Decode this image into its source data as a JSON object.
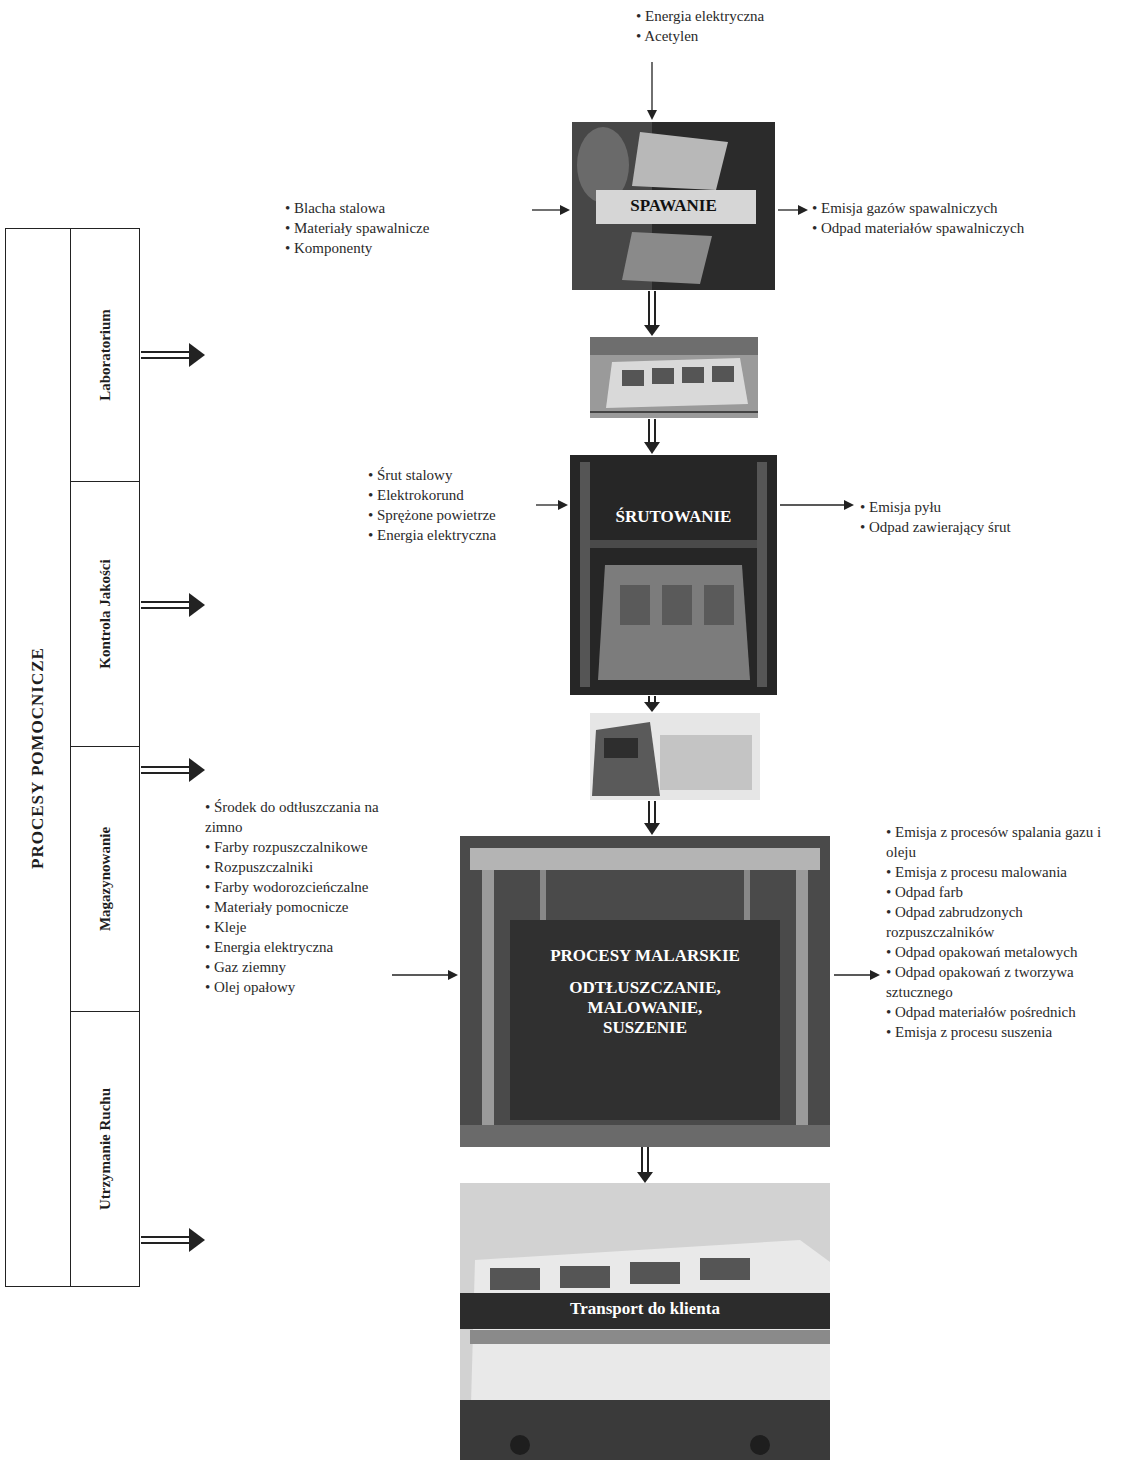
{
  "diagram": {
    "nodes": [
      {
        "text": [
          "PROCESY POMOCNICZE"
        ]
      },
      {
        "text": [
          "Laboratorium"
        ],
        "in": 0
      },
      {
        "text": [
          "Kontrola Jakości"
        ],
        "in": 0
      },
      {
        "text": [
          "Magazynowanie"
        ],
        "in": 0
      },
      {
        "text": [
          "Utrzymanie Ruchu"
        ],
        "in": 0
      },
      {
        "text": [
          "SPAWANIE"
        ]
      },
      {
        "text": [
          "ŚRUTOWANIE"
        ]
      },
      {
        "text": [
          "PROCESY MALARSKIE",
          "ODTŁUSZCZANIE, MALOWANIE, SUSZENIE"
        ]
      },
      {
        "text": [
          "Transport do klienta"
        ]
      }
    ],
    "edges": [
      {
        "from": 7,
        "to": 8,
        "arrow": "to"
      }
    ],
    "labels": [
      "• Energia elektryczna",
      "• Acetylen",
      "• Blacha stalowa",
      "• Materiały spawalnicze",
      "• Komponenty",
      "• Emisja gazów spawalniczych",
      "• Odpad materiałów spawalniczych",
      "• Śrut stalowy",
      "• Elektrokorund",
      "• Sprężone powietrze",
      "• Energia elektryczna",
      "• Emisja pyłu",
      "• Odpad zawierający śrut",
      "• Środek do odtłuszczania na zimno",
      "• Farby rozpuszczalnikowe",
      "• Rozpuszczalniki",
      "• Farby wodorozcieńczalne",
      "• Materiały pomocnicze",
      "• Kleje",
      "• Energia elektryczna",
      "• Gaz ziemny",
      "• Olej opałowy",
      "• Emisja z procesów spalania gazu i oleju",
      "• Emisja z procesu malowania",
      "• Odpad farb",
      "• Odpad zabrudzonych rozpuszczalników",
      "• Odpad opakowań metalowych",
      "• Odpad opakowań z tworzywa sztucznego",
      "• Odpad materiałów pośrednich",
      "• Emisja z procesu suszenia"
    ]
  }
}
